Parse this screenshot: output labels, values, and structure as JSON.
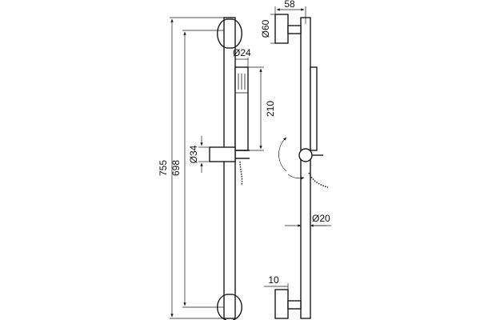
{
  "dimensions": {
    "overall_height": "755",
    "bracket_spacing": "698",
    "handshower_length": "210",
    "handshower_diameter": "Ø24",
    "slider_diameter": "Ø34",
    "flange_diameter": "Ø60",
    "wall_projection": "58",
    "rail_diameter": "Ø20",
    "flange_thickness": "10"
  },
  "colors": {
    "line": "#1a1a1a",
    "background": "#ffffff"
  }
}
